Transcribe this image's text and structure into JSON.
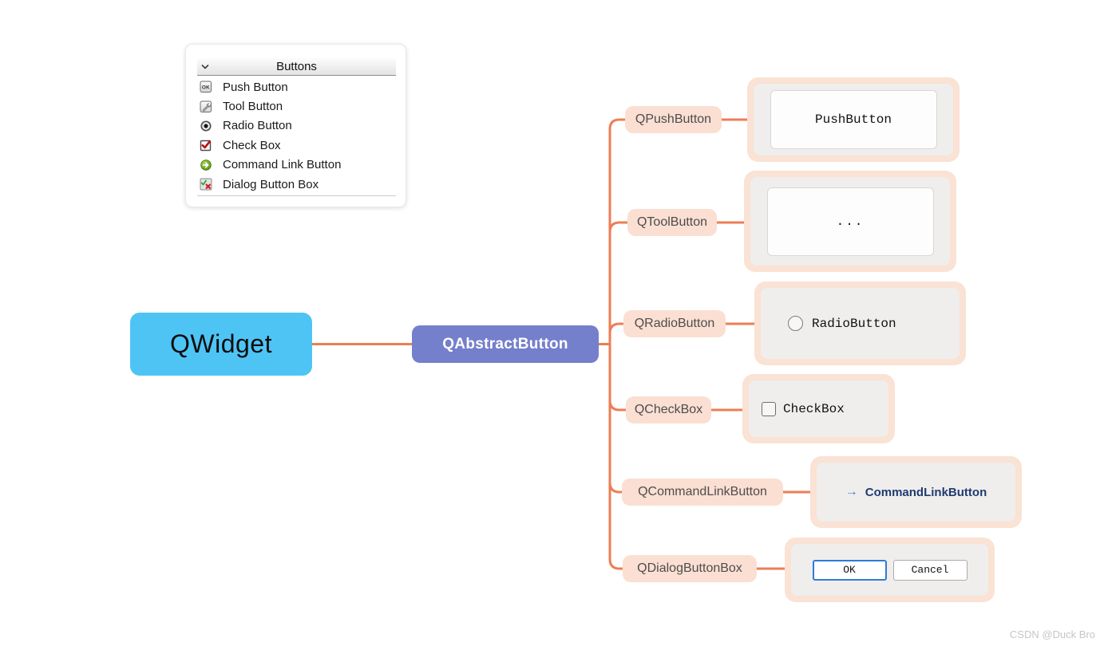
{
  "widget_box": {
    "header": {
      "label": "Buttons",
      "collapse_icon": "chevron-down"
    },
    "items": [
      {
        "label": "Push Button",
        "icon": "push-button-icon"
      },
      {
        "label": "Tool Button",
        "icon": "tool-button-icon"
      },
      {
        "label": "Radio Button",
        "icon": "radio-button-icon"
      },
      {
        "label": "Check Box",
        "icon": "check-box-icon"
      },
      {
        "label": "Command Link Button",
        "icon": "command-link-icon"
      },
      {
        "label": "Dialog Button Box",
        "icon": "dialog-button-box-icon"
      }
    ]
  },
  "diagram": {
    "root": {
      "label": "QWidget"
    },
    "parent": {
      "label": "QAbstractButton"
    },
    "children": [
      {
        "label": "QPushButton",
        "preview": {
          "type": "push-button",
          "text": "PushButton"
        }
      },
      {
        "label": "QToolButton",
        "preview": {
          "type": "tool-button",
          "text": "..."
        }
      },
      {
        "label": "QRadioButton",
        "preview": {
          "type": "radio-button",
          "text": "RadioButton",
          "checked": false
        }
      },
      {
        "label": "QCheckBox",
        "preview": {
          "type": "check-box",
          "text": "CheckBox",
          "checked": false
        }
      },
      {
        "label": "QCommandLinkButton",
        "preview": {
          "type": "command-link",
          "arrow": "→",
          "text": "CommandLinkButton"
        }
      },
      {
        "label": "QDialogButtonBox",
        "preview": {
          "type": "dialog-button-box",
          "buttons": [
            "OK",
            "Cancel"
          ]
        }
      }
    ],
    "colors": {
      "root_node": "#4EC4F5",
      "parent_node": "#7480CB",
      "connector": "#ED7D55",
      "child_pill_bg": "#FBDFD2",
      "preview_frame": "#FAE2D4",
      "preview_panel": "#EFEEEC",
      "ok_button_border": "#2F7BD9",
      "command_link_arrow": "#3E7FD8",
      "command_link_text": "#1F3B70"
    }
  },
  "watermark": "CSDN @Duck Bro"
}
